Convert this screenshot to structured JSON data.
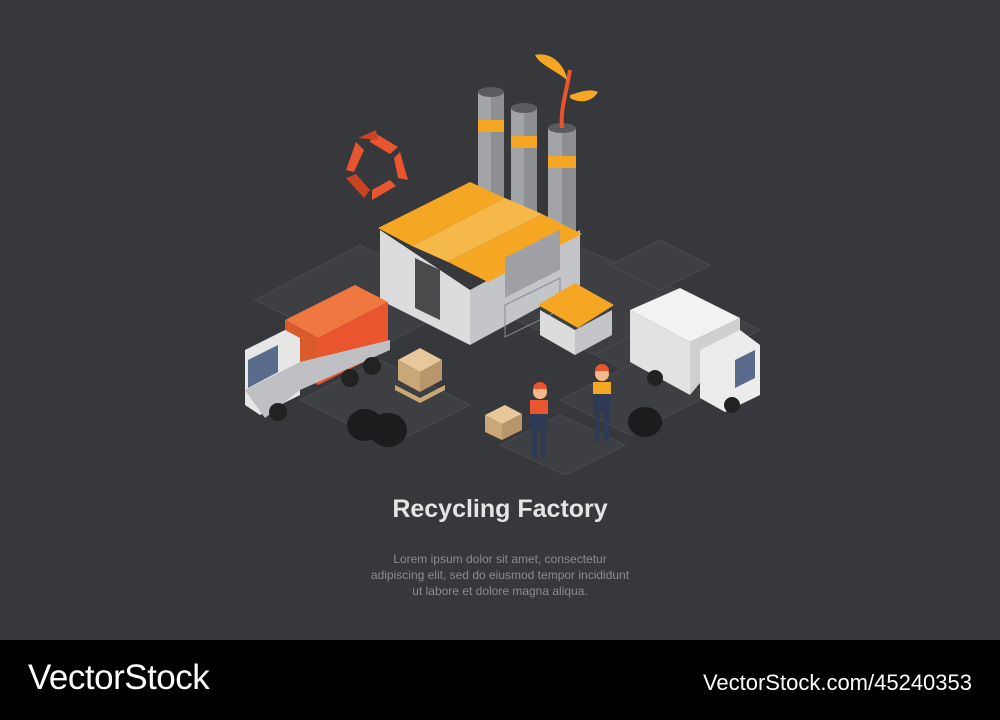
{
  "illustration": {
    "title": "Recycling Factory",
    "body": "Lorem ipsum dolor sit amet, consectetur adipiscing elit, sed do eiusmod tempor incididunt ut labore et dolore magna aliqua."
  },
  "footer": {
    "brand": "VectorStock",
    "image_id": "VectorStock.com/45240353"
  },
  "colors": {
    "background": "#37383c",
    "footer": "#000000",
    "accent": "#e8552f",
    "roof": "#f5a623"
  }
}
